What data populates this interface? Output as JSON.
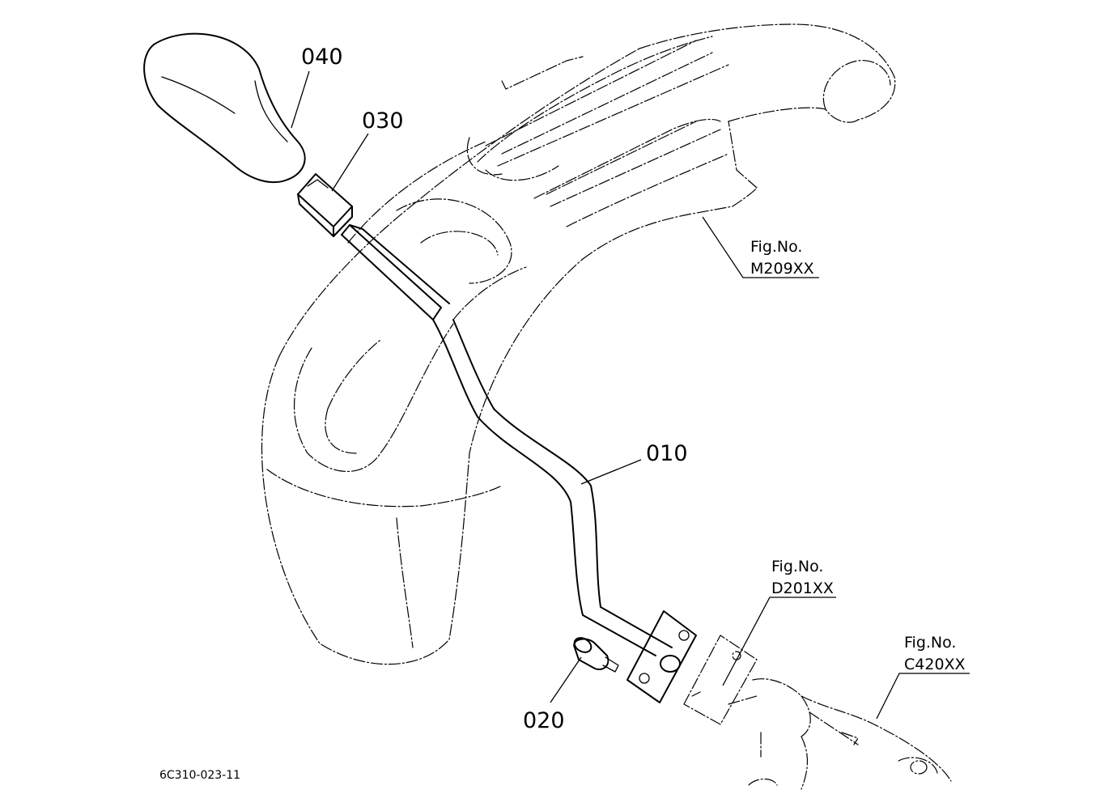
{
  "parts": {
    "p040": "040",
    "p030": "030",
    "p010": "010",
    "p020": "020"
  },
  "references": {
    "m209": {
      "line1": "Fig.No.",
      "line2": "M209XX"
    },
    "d201": {
      "line1": "Fig.No.",
      "line2": "D201XX"
    },
    "c420": {
      "line1": "Fig.No.",
      "line2": "C420XX"
    }
  },
  "drawing_code": "6C310-023-11",
  "colors": {
    "line": "#000000",
    "background": "#ffffff"
  }
}
